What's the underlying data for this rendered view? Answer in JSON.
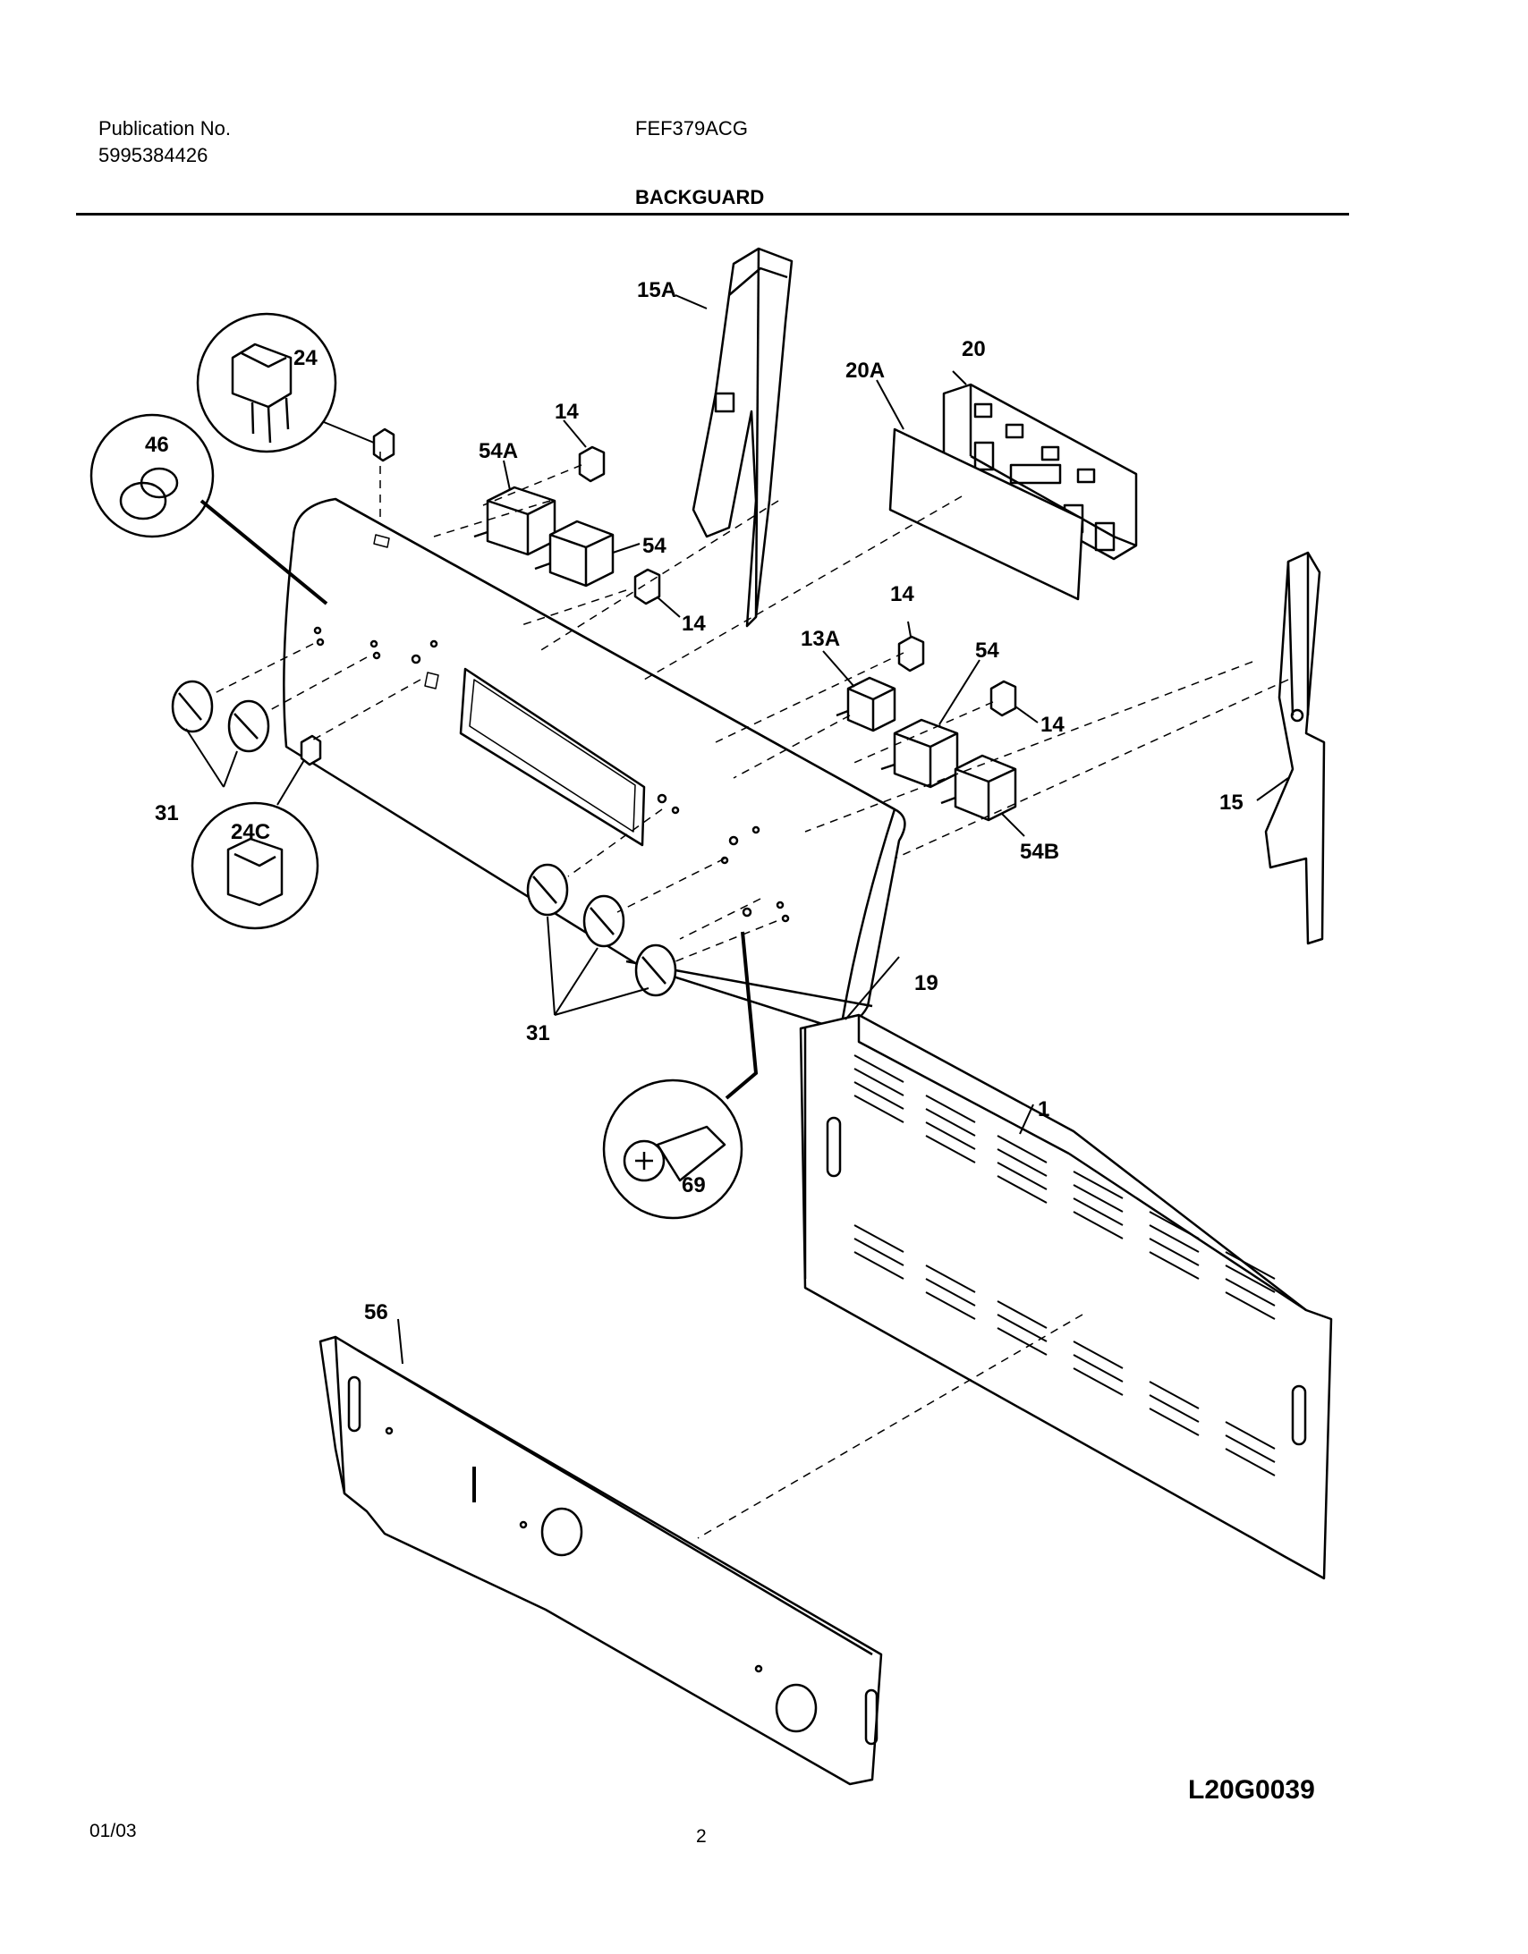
{
  "header": {
    "publication_label": "Publication No.",
    "publication_number": "5995384426",
    "model": "FEF379ACG",
    "section_title": "BACKGUARD"
  },
  "callouts": {
    "c1": "1",
    "c13a": "13A",
    "c14a": "14",
    "c14b": "14",
    "c14c": "14",
    "c14d": "14",
    "c15": "15",
    "c15a": "15A",
    "c19": "19",
    "c20": "20",
    "c20a": "20A",
    "c24": "24",
    "c24c": "24C",
    "c31a": "31",
    "c31b": "31",
    "c46": "46",
    "c54a": "54",
    "c54b": "54",
    "c54A": "54A",
    "c54B": "54B",
    "c56": "56",
    "c69": "69"
  },
  "diagram_code": "L20G0039",
  "footer": {
    "date": "01/03",
    "page": "2"
  }
}
